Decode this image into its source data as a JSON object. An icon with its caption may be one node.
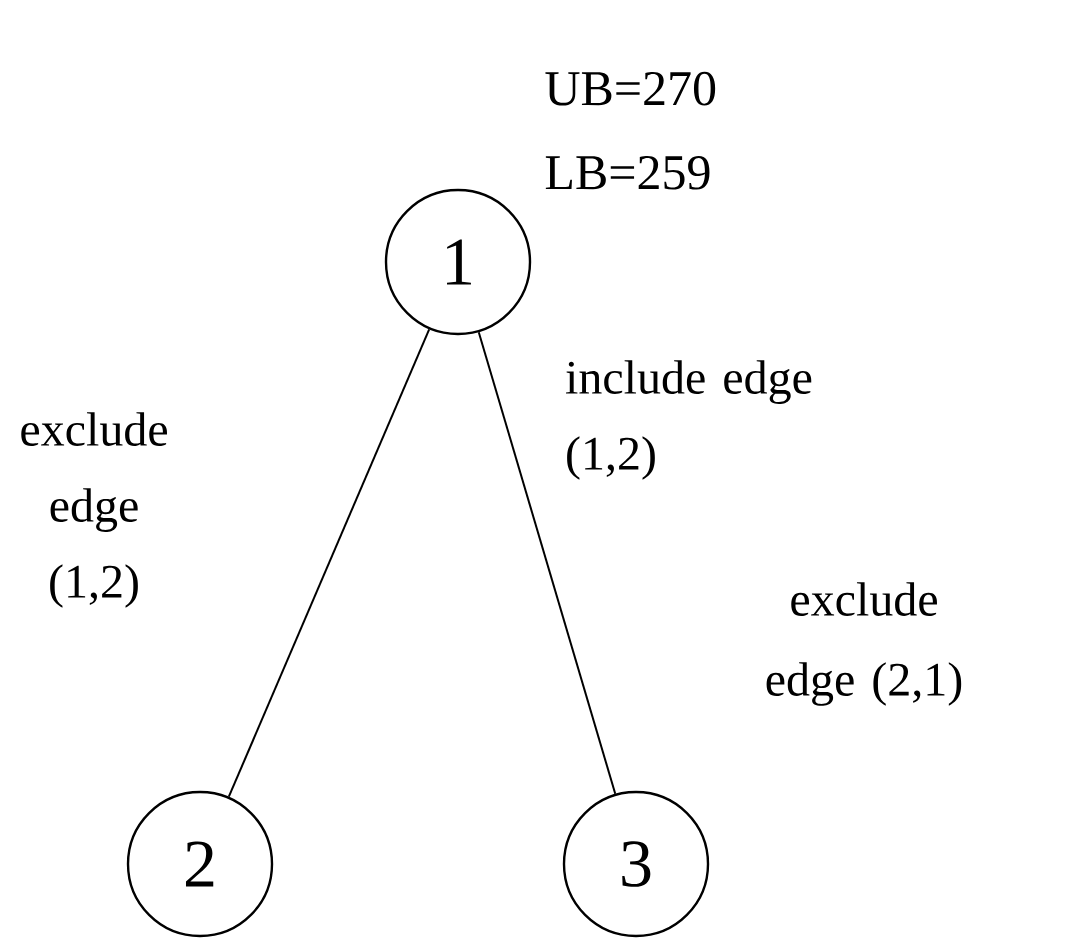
{
  "diagram": {
    "nodes": [
      {
        "text": [
          "1"
        ],
        "beside": [
          "UB=270",
          "LB=259"
        ]
      },
      {
        "text": [
          "2"
        ]
      },
      {
        "text": [
          "3"
        ]
      }
    ],
    "edges": [
      {
        "from": 0,
        "to": 1,
        "arrow": "none",
        "label": "exclude edge (1,2)"
      },
      {
        "from": 0,
        "to": 2,
        "arrow": "none",
        "label": "include edge (1,2)"
      }
    ],
    "labels": [
      "exclude edge (2,1)"
    ]
  }
}
